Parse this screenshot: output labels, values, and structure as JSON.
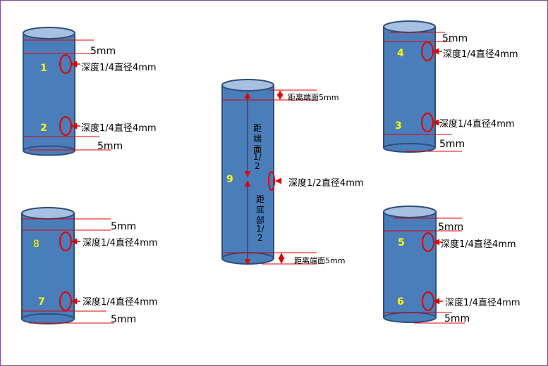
{
  "colors": {
    "cylinder_body": "#4a7ebb",
    "cylinder_top": "#a7bfe0",
    "cylinder_outline": "#2c4f7c",
    "marker": "#e00000",
    "number": "#ffff00",
    "frame": "#7b4f9d"
  },
  "cylinders": [
    {
      "id": "top-left",
      "holes": [
        {
          "number": "1",
          "label": "深度1/4直径4mm"
        },
        {
          "number": "2",
          "label": "深度1/4直径4mm"
        }
      ],
      "top_offset_label": "5mm",
      "bottom_offset_label": "5mm"
    },
    {
      "id": "bottom-left",
      "holes": [
        {
          "number": "8",
          "label": "深度1/4直径4mm"
        },
        {
          "number": "7",
          "label": "深度1/4直径4mm"
        }
      ],
      "top_offset_label": "5mm",
      "bottom_offset_label": "5mm"
    },
    {
      "id": "top-right",
      "holes": [
        {
          "number": "4",
          "label": "深度1/4直径4mm"
        },
        {
          "number": "3",
          "label": "深度1/4直径4mm"
        }
      ],
      "top_offset_label": "5mm",
      "bottom_offset_label": "5mm"
    },
    {
      "id": "bottom-right",
      "holes": [
        {
          "number": "5",
          "label": "深度1/4直径4mm"
        },
        {
          "number": "6",
          "label": "深度1/4直径4mm"
        }
      ],
      "top_offset_label": "5mm",
      "bottom_offset_label": "5mm"
    },
    {
      "id": "center",
      "holes": [
        {
          "number": "9",
          "label": "深度1/2直径4mm"
        }
      ],
      "top_offset_label": "距离端面5mm",
      "bottom_offset_label": "距离端面5mm",
      "upper_span_label": [
        "距",
        "端",
        "面",
        "1/",
        "2"
      ],
      "lower_span_label": [
        "距",
        "底",
        "部",
        "1/",
        "2"
      ]
    }
  ]
}
